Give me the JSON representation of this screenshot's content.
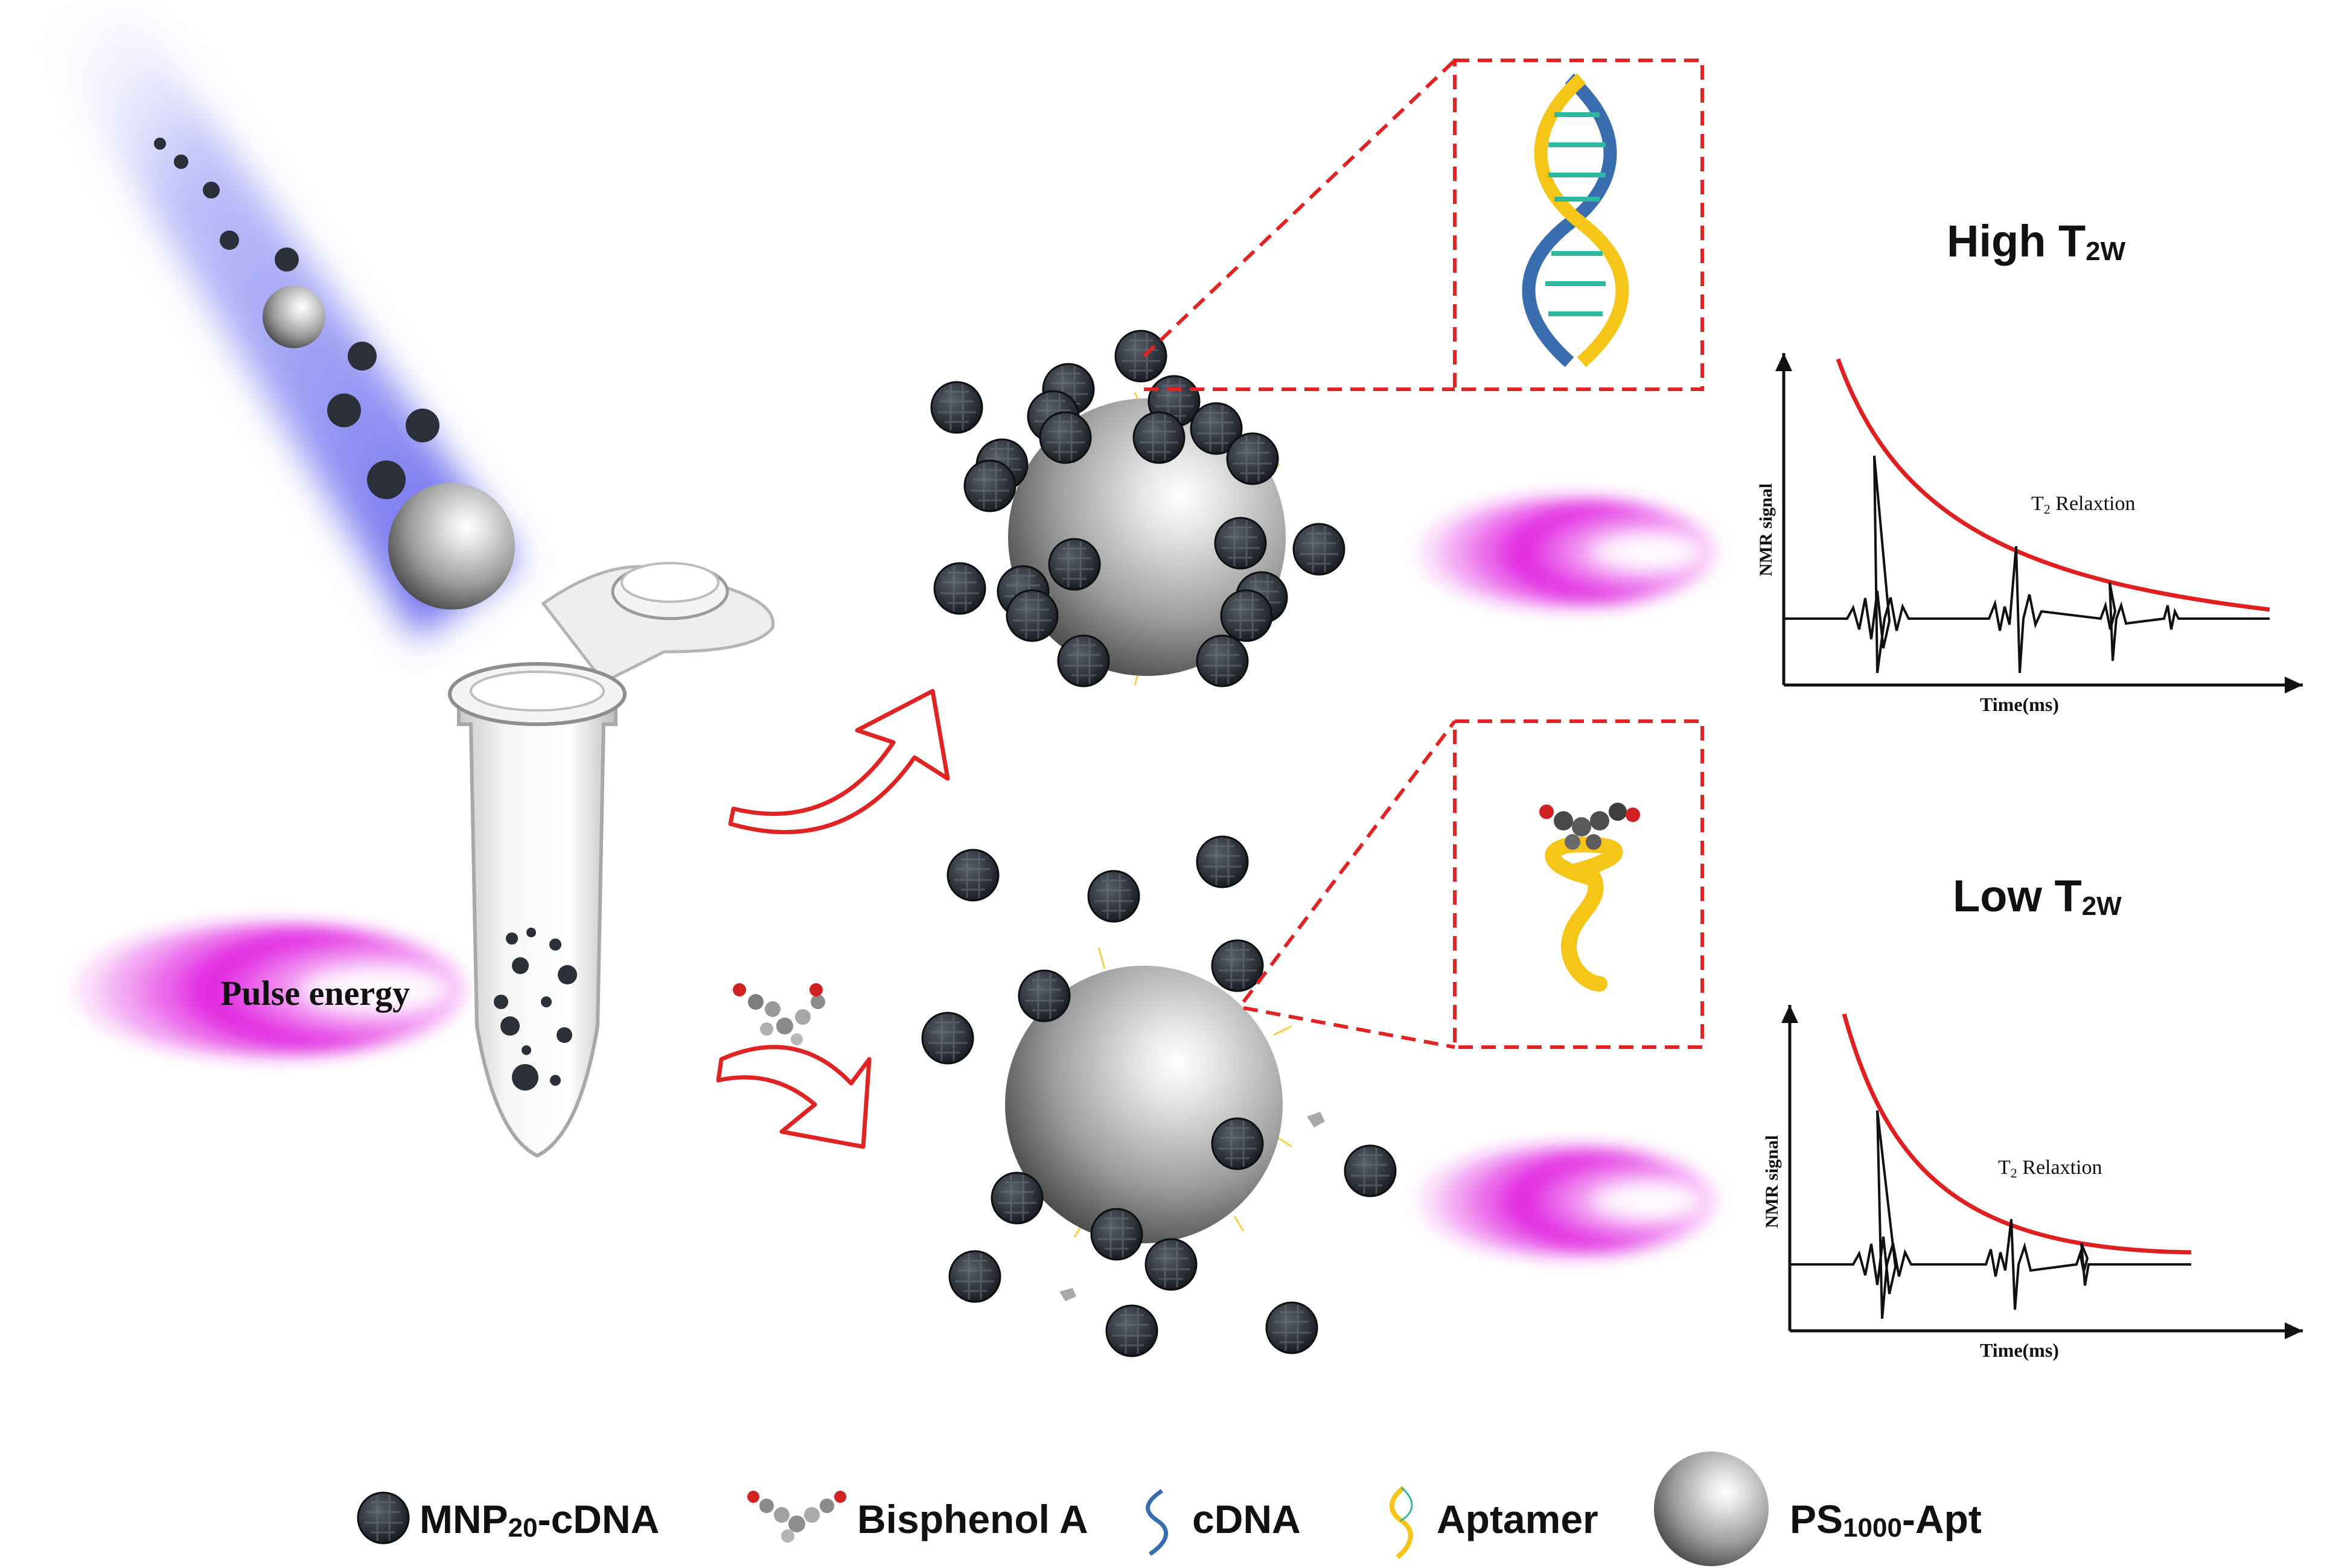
{
  "pulse_label": "Pulse energy",
  "high_panel": {
    "title_main": "High T",
    "title_sub": "2W",
    "relaxation_main": "T",
    "relaxation_sub": "2",
    "relaxation_rest": " Relaxtion",
    "ylabel": "NMR signal",
    "xlabel": "Time(ms)"
  },
  "low_panel": {
    "title_main": "Low T",
    "title_sub": "2W",
    "relaxation_main": "T",
    "relaxation_sub": "2",
    "relaxation_rest": " Relaxtion",
    "ylabel": "NMR signal",
    "xlabel": "Time(ms)"
  },
  "legend": [
    {
      "icon": "mnp-particle-icon",
      "main": "MNP",
      "sub": "20",
      "rest": "-cDNA"
    },
    {
      "icon": "bisphenol-molecule-icon",
      "main": "Bisphenol A",
      "sub": "",
      "rest": ""
    },
    {
      "icon": "cdna-strand-icon",
      "main": "cDNA",
      "sub": "",
      "rest": ""
    },
    {
      "icon": "aptamer-strand-icon",
      "main": "Aptamer",
      "sub": "",
      "rest": ""
    },
    {
      "icon": "ps-sphere-icon",
      "main": "PS",
      "sub": "1000",
      "rest": "-Apt"
    }
  ],
  "colors": {
    "arrow_red": "#e02424",
    "pulse_magenta": "#e020e0",
    "beam_blue": "#6a6cf0",
    "mnp_dark": "#2a2f38",
    "sphere_gray": "#9a9a9a",
    "aptamer_yellow": "#f5c518",
    "cdna_blue": "#3a6db0",
    "curve_red": "#e02020"
  }
}
